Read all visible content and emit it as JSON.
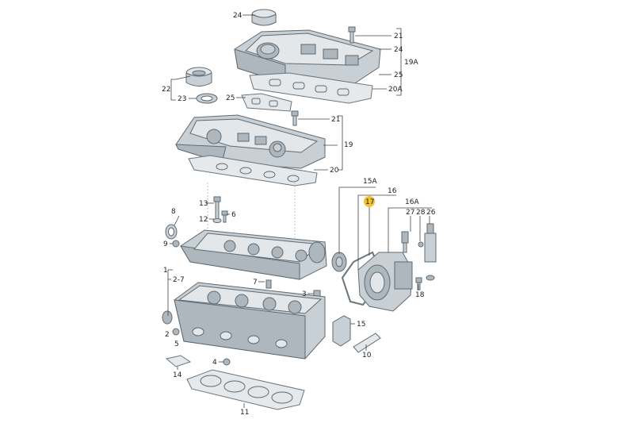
{
  "callouts": {
    "c24_top": "24",
    "c21_top": "21",
    "c24_right": "24",
    "c19A": "19A",
    "c25_right": "25",
    "c20A": "20A",
    "c22": "22",
    "c23": "23",
    "c25_left": "25",
    "c21_mid": "21",
    "c19": "19",
    "c20": "20",
    "c15A": "15A",
    "c16": "16",
    "c17": "17",
    "c16A": "16A",
    "c27": "27",
    "c28": "28",
    "c26": "26",
    "c13": "13",
    "c8": "8",
    "c12": "12",
    "c6": "6",
    "c9": "9",
    "c1": "1",
    "c2_7": "2-7",
    "c7": "7",
    "c3": "3",
    "c18": "18",
    "c15": "15",
    "c2": "2",
    "c5": "5",
    "c10": "10",
    "c4": "4",
    "c14": "14",
    "c11": "11"
  },
  "colors": {
    "highlight": "#f2c230",
    "metal": "#c9d0d5",
    "outline": "#5f6a72"
  }
}
